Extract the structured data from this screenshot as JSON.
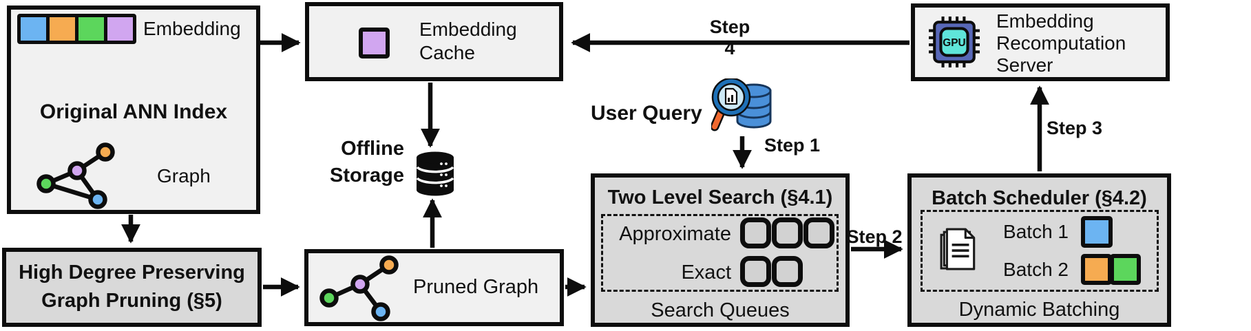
{
  "colors": {
    "blue": "#6cb4f2",
    "orange": "#f6ab51",
    "green": "#5cd65c",
    "purple": "#d1a6f0",
    "chip_body": "#5868b8",
    "chip_core": "#5fe5da",
    "db_blue": "#4a90d9",
    "db_outline": "#16365c",
    "glass_rim": "#1e71b8",
    "glass_lens": "#cde9f6",
    "handle_orange": "#f2692e"
  },
  "boxes": {
    "original_index": {
      "title": "Original ANN Index",
      "embedding_label": "Embedding",
      "graph_label": "Graph"
    },
    "pruning": {
      "title": "High Degree Preserving Graph Pruning (§5)"
    },
    "cache": {
      "title": "Embedding Cache"
    },
    "storage": {
      "title": "Offline Storage"
    },
    "pruned": {
      "label": "Pruned Graph"
    },
    "search": {
      "title": "Two Level Search (§4.1)",
      "approximate": "Approximate",
      "exact": "Exact",
      "caption": "Search Queues"
    },
    "scheduler": {
      "title": "Batch Scheduler (§4.2)",
      "batch1": "Batch 1",
      "batch2": "Batch 2",
      "caption": "Dynamic Batching"
    },
    "server": {
      "title": "Embedding Recomputation Server",
      "gpu": "GPU"
    }
  },
  "labels": {
    "user_query": "User Query",
    "step1": "Step 1",
    "step2": "Step 2",
    "step3": "Step 3",
    "step4": "Step 4"
  }
}
